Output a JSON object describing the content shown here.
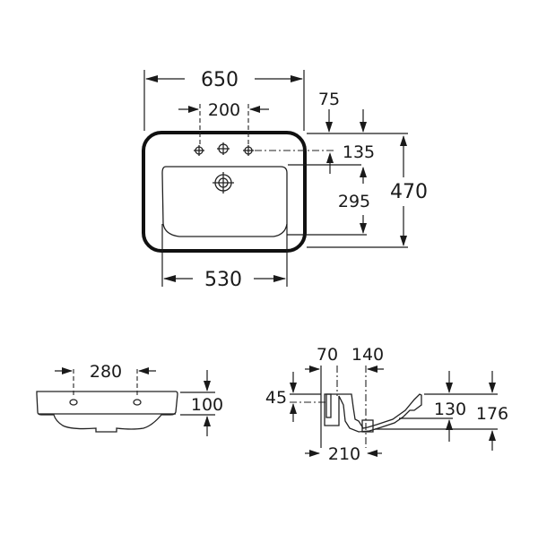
{
  "drawing": {
    "subject": "Washbasin technical drawing",
    "units": "mm",
    "top_view": {
      "overall_width": "650",
      "tap_hole_spacing": "200",
      "bowl_width": "530",
      "rear_edge_offset": "75",
      "tap_hole_depth": "135",
      "bowl_depth": "295",
      "overall_depth": "470"
    },
    "front_view": {
      "fixing_hole_spacing": "280",
      "rim_height": "100"
    },
    "side_view": {
      "wall_offset": "70",
      "waste_offset": "140",
      "overflow_height": "45",
      "waste_center_distance": "210",
      "bowl_height": "130",
      "overall_height": "176"
    }
  }
}
